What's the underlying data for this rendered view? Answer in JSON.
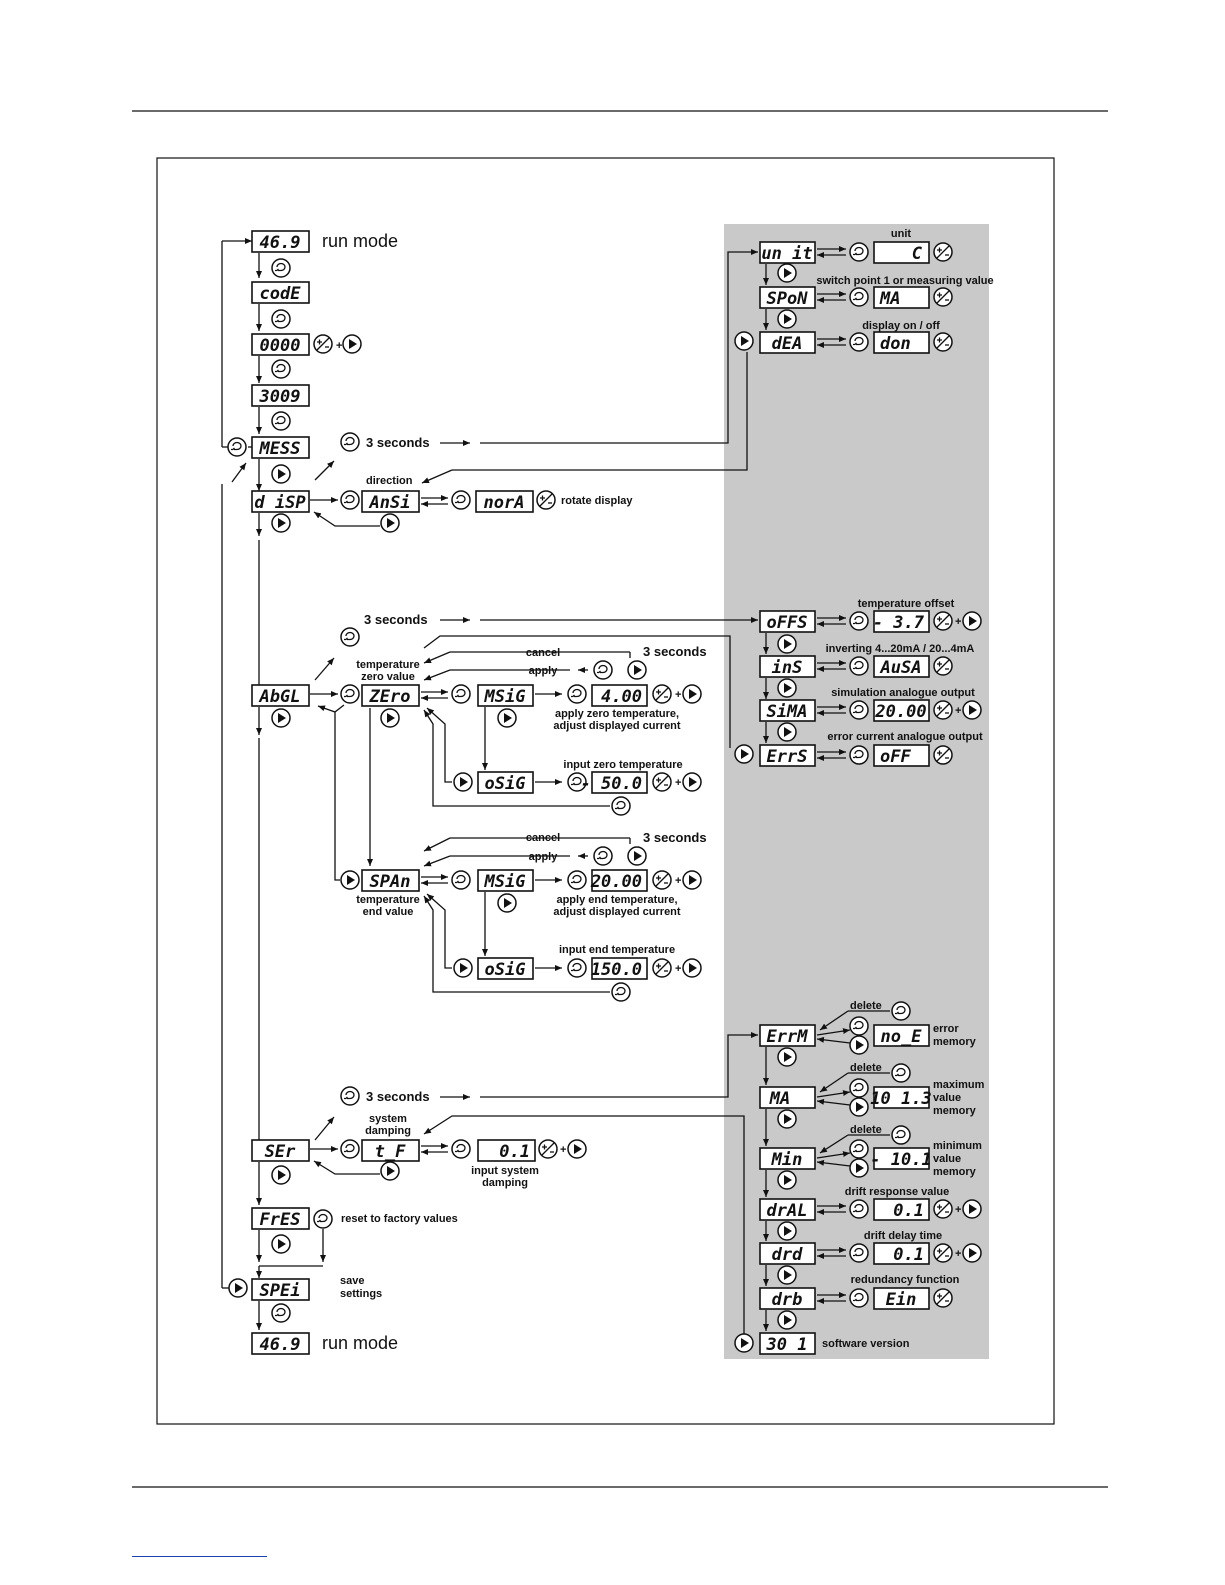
{
  "diagram": {
    "run_mode_top": {
      "display": "46.9",
      "label": "run mode"
    },
    "code": {
      "display": "codE"
    },
    "code_entry": {
      "display": "0000"
    },
    "code_value": {
      "display": "3009"
    },
    "mess": {
      "display": "MESS"
    },
    "three_seconds": "3 seconds",
    "direction_label": "direction",
    "disp": {
      "display": "d iSP",
      "sub": "AnSi",
      "value": "norA",
      "label": "rotate display"
    },
    "settings_panel": {
      "unit": {
        "display": "un it",
        "value": "C",
        "label": "unit"
      },
      "spon": {
        "display": "SPoN",
        "value": "MA",
        "label": "switch point 1 or measuring value"
      },
      "dea": {
        "display": "dEA",
        "value": "don",
        "label": "display on / off"
      }
    },
    "abgl": {
      "display": "AbGL"
    },
    "offset_panel": {
      "offs": {
        "display": "oFFS",
        "value": "- 3.7",
        "label": "temperature offset"
      },
      "ins": {
        "display": "inS",
        "value": "AuSA",
        "label": "inverting 4...20mA / 20...4mA"
      },
      "sima": {
        "display": "SiMA",
        "value": "20.00",
        "label": "simulation analogue output"
      },
      "errs": {
        "display": "ErrS",
        "value": "oFF",
        "label": "error current analogue output"
      }
    },
    "zero": {
      "display": "ZEro",
      "label_line1": "temperature",
      "label_line2": "zero value",
      "cancel": "cancel",
      "apply": "apply",
      "msig": "MSiG",
      "msig_value": "4.00",
      "msig_label_line1": "apply zero temperature,",
      "msig_label_line2": "adjust displayed current",
      "osig": "oSiG",
      "osig_value": "- 50.0",
      "osig_label": "input zero temperature"
    },
    "span": {
      "display": "SPAn",
      "label_line1": "temperature",
      "label_line2": "end value",
      "cancel": "cancel",
      "apply": "apply",
      "msig": "MSiG",
      "msig_value": "20.00",
      "msig_label_line1": "apply end temperature,",
      "msig_label_line2": "adjust displayed current",
      "osig": "oSiG",
      "osig_value": "150.0",
      "osig_label": "input end temperature"
    },
    "memory_panel": {
      "delete": "delete",
      "errm": {
        "display": "ErrM",
        "value": "no_E",
        "label_line1": "error",
        "label_line2": "memory"
      },
      "ma": {
        "display": "MA",
        "value": "10 1.3",
        "label_line1": "maximum",
        "label_line2": "value",
        "label_line3": "memory"
      },
      "min": {
        "display": "Min",
        "value": "- 10.1",
        "label_line1": "minimum",
        "label_line2": "value",
        "label_line3": "memory"
      },
      "dral": {
        "display": "drAL",
        "value": "0.1",
        "label": "drift response value"
      },
      "drd": {
        "display": "drd",
        "value": "0.1",
        "label": "drift delay time"
      },
      "drb": {
        "display": "drb",
        "value": "Ein",
        "label": "redundancy function"
      },
      "version": {
        "display": "30 1",
        "label": "software version"
      }
    },
    "ser": {
      "display": "SEr",
      "sub": "t_F",
      "value": "0.1",
      "label_line1": "system",
      "label_line2": "damping",
      "input_line1": "input system",
      "input_line2": "damping"
    },
    "fres": {
      "display": "FrES",
      "label": "reset to factory values"
    },
    "spei": {
      "display": "SPEi",
      "label_line1": "save",
      "label_line2": "settings"
    },
    "run_mode_bottom": {
      "display": "46.9",
      "label": "run mode"
    }
  }
}
